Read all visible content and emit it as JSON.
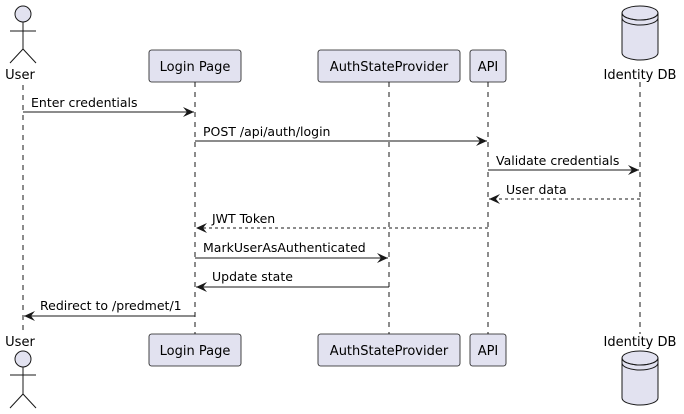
{
  "participants": {
    "user": "User",
    "login": "Login Page",
    "auth": "AuthStateProvider",
    "api": "API",
    "db": "Identity DB"
  },
  "messages": [
    {
      "from": "user",
      "to": "login",
      "text": "Enter credentials",
      "style": "sync"
    },
    {
      "from": "login",
      "to": "api",
      "text": "POST /api/auth/login",
      "style": "sync"
    },
    {
      "from": "api",
      "to": "db",
      "text": "Validate credentials",
      "style": "sync"
    },
    {
      "from": "db",
      "to": "api",
      "text": "User data",
      "style": "return"
    },
    {
      "from": "api",
      "to": "login",
      "text": "JWT Token",
      "style": "return"
    },
    {
      "from": "login",
      "to": "auth",
      "text": "MarkUserAsAuthenticated",
      "style": "sync"
    },
    {
      "from": "auth",
      "to": "login",
      "text": "Update state",
      "style": "sync"
    },
    {
      "from": "login",
      "to": "user",
      "text": "Redirect to /predmet/1",
      "style": "sync"
    }
  ],
  "colors": {
    "participant_fill": "#E2E2F0",
    "participant_stroke": "#181818",
    "lifeline": "#181818",
    "arrow": "#181818"
  }
}
